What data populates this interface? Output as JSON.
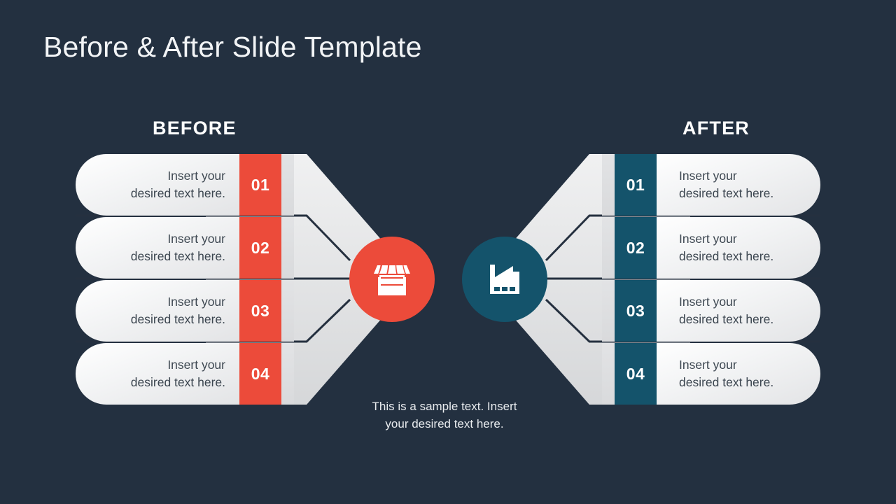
{
  "slide": {
    "title": "Before & After Slide Template",
    "background_color": "#233040"
  },
  "colors": {
    "background": "#233040",
    "before_accent": "#ec4b3a",
    "after_accent": "#14536b",
    "pill_light": "#f4f5f6",
    "pill_shadow": "#e3e4e6",
    "text_dark": "#3c4650",
    "text_light": "#ffffff",
    "separator": "#25303f"
  },
  "before": {
    "heading": "BEFORE",
    "icon": "store-front-icon",
    "rows": [
      {
        "number": "01",
        "line1": "Insert your",
        "line2": "desired text here."
      },
      {
        "number": "02",
        "line1": "Insert your",
        "line2": "desired text here."
      },
      {
        "number": "03",
        "line1": "Insert your",
        "line2": "desired text here."
      },
      {
        "number": "04",
        "line1": "Insert your",
        "line2": "desired text here."
      }
    ]
  },
  "after": {
    "heading": "AFTER",
    "icon": "factory-icon",
    "rows": [
      {
        "number": "01",
        "line1": "Insert your",
        "line2": "desired text here."
      },
      {
        "number": "02",
        "line1": "Insert your",
        "line2": "desired text here."
      },
      {
        "number": "03",
        "line1": "Insert your",
        "line2": "desired text here."
      },
      {
        "number": "04",
        "line1": "Insert your",
        "line2": "desired text here."
      }
    ]
  },
  "caption": {
    "line1": "This is a sample text. Insert",
    "line2": "your desired text here."
  }
}
